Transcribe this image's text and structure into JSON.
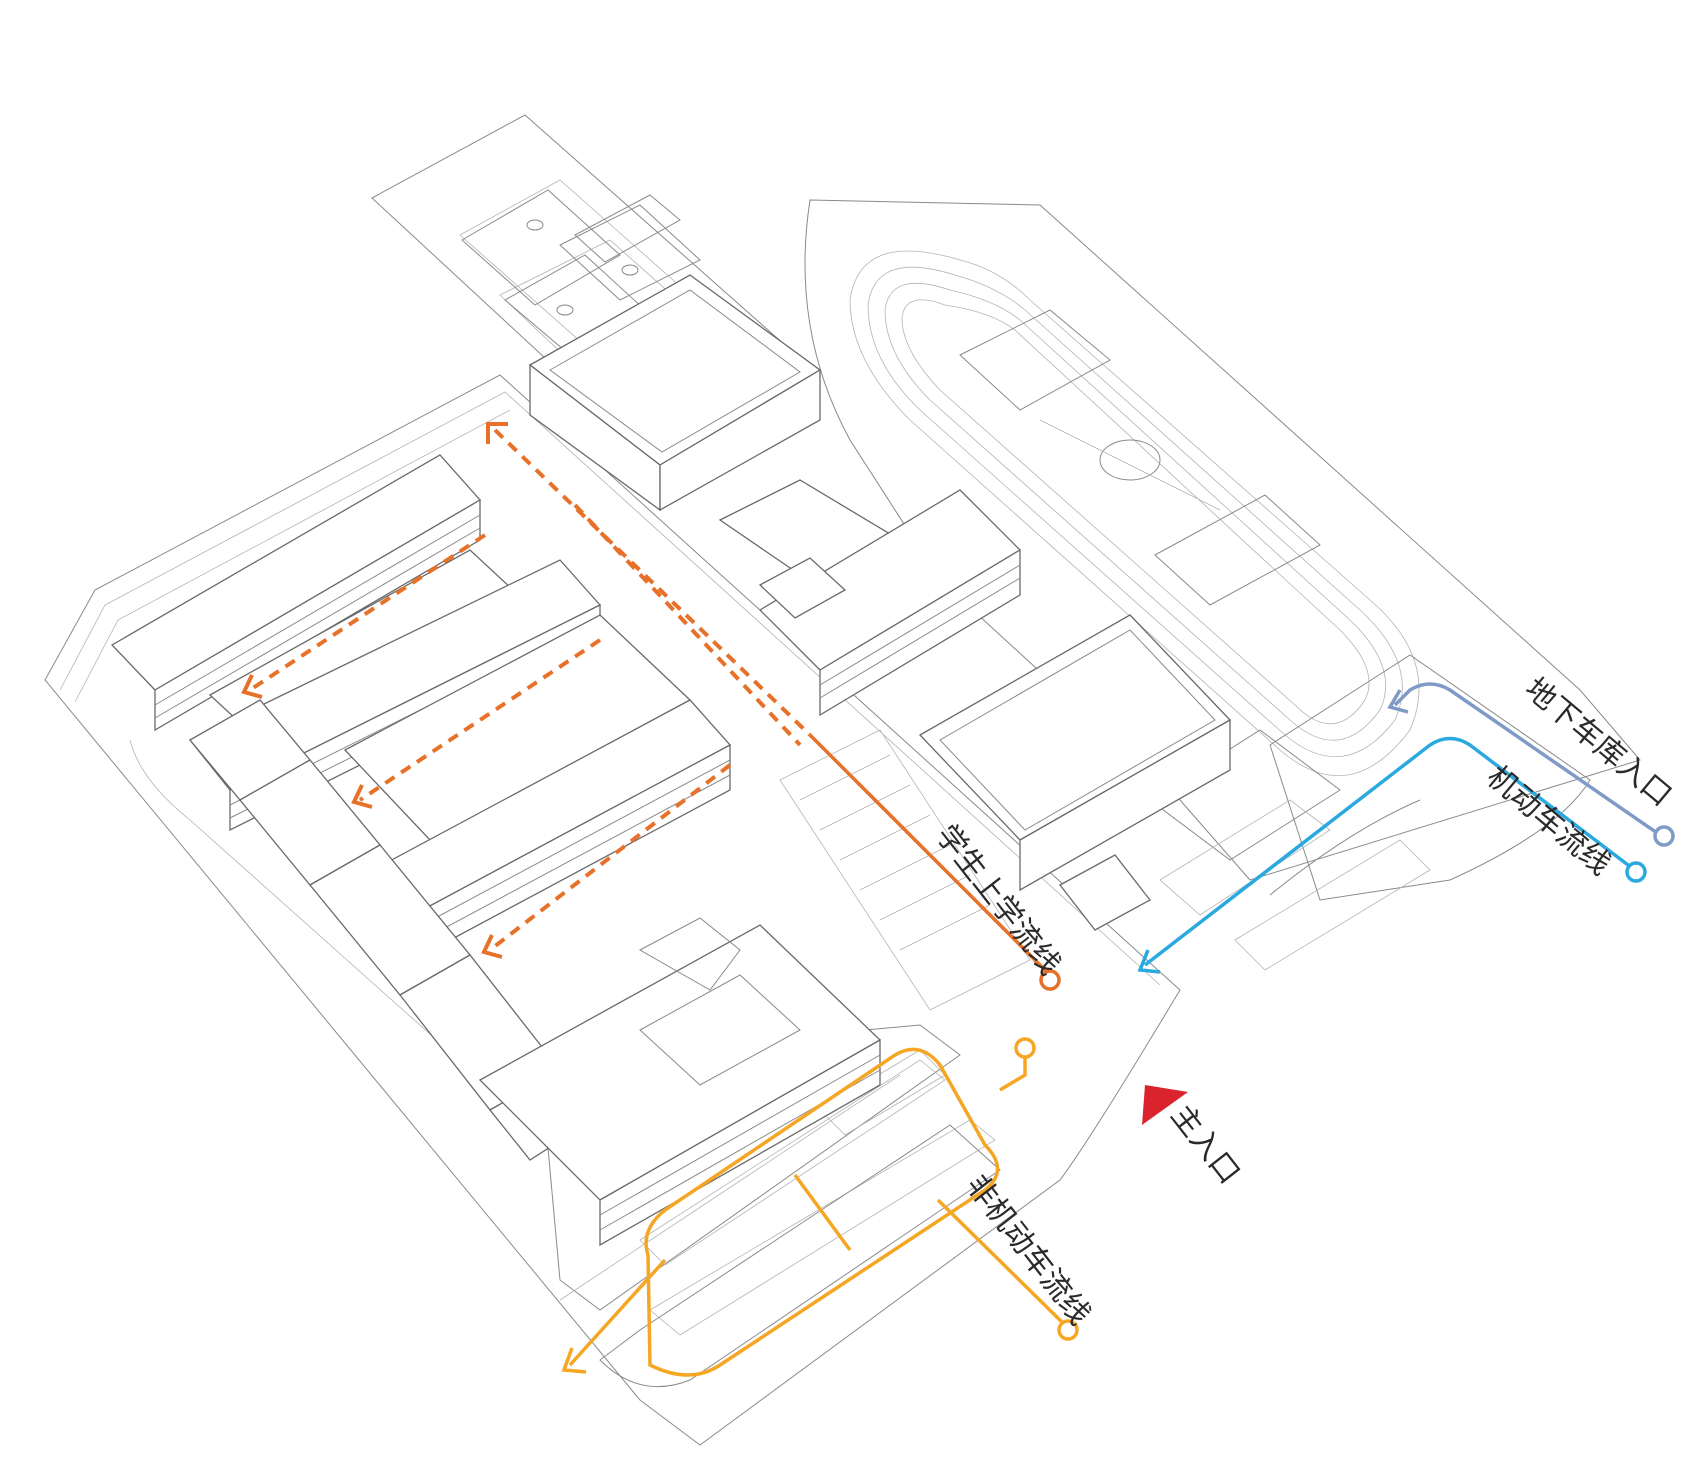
{
  "labels": {
    "student_flow": "学生上学流线",
    "garage_entrance": "地下车库入口",
    "vehicle_flow": "机动车流线",
    "non_motor_flow": "非机动车流线",
    "main_entrance": "主入口"
  },
  "colors": {
    "student_flow": "#e8712a",
    "garage_entrance": "#7f9ac6",
    "vehicle_flow": "#2aa9e0",
    "non_motor_flow": "#f5a623",
    "main_entrance": "#d9232d",
    "linework": "#6a6a6a"
  }
}
